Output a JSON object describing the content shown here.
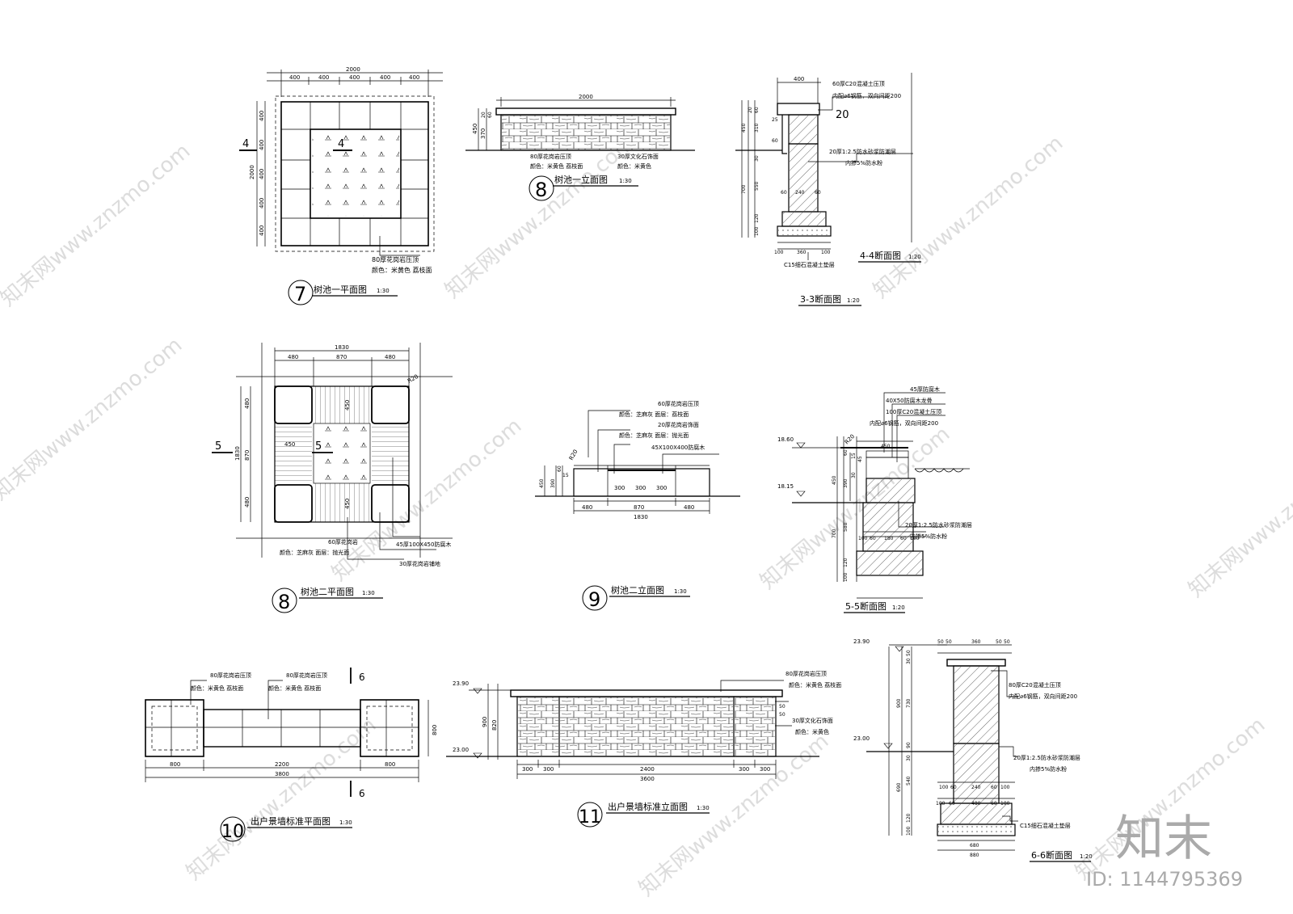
{
  "watermark": {
    "site": "知末网www.znzmo.com",
    "brand": "知末",
    "id": "ID: 1144795369"
  },
  "views": {
    "v7": {
      "title": "树池一平面图",
      "scale": "1:30",
      "no": "7",
      "dims_top": [
        "400",
        "400",
        "400",
        "400",
        "400"
      ],
      "dim_total": "2000",
      "dims_side": [
        "400",
        "400",
        "400",
        "400",
        "400"
      ],
      "dim_side_total": "2000",
      "section": "4",
      "note1": "80厚花岗岩压顶",
      "note2": "颜色：米黄色  荔枝面"
    },
    "v8a": {
      "title": "树池一立面图",
      "scale": "1:30",
      "no": "8",
      "dim_total": "2000",
      "h1": "450",
      "h2": "370",
      "h3": "20",
      "h4": "60",
      "note_l1": "80厚花岗岩压顶",
      "note_l2": "颜色：米黄色  荔枝面",
      "note_r1": "30厚文化石饰面",
      "note_r2": "颜色：米黄色"
    },
    "s33": {
      "title": "3-3断面图",
      "scale": "1:20",
      "title2": "4-4断面图",
      "scale2": "1:20",
      "top": "400",
      "n1": "60厚C20混凝土压顶",
      "n2": "内配⌀6钢筋，双向间距200",
      "n3": "20厚1:2.5防水砂浆防潮层",
      "n4": "内掺5%防水粉",
      "n5": "C15细石混凝土垫层",
      "d": [
        "20",
        "60",
        "310",
        "25",
        "60",
        "30",
        "450",
        "550",
        "700",
        "60",
        "240",
        "60",
        "120",
        "100",
        "100",
        "360",
        "100"
      ],
      "mark": "20"
    },
    "v8b": {
      "title": "树池二平面图",
      "scale": "1:30",
      "no": "8",
      "dim_total": "1830",
      "dims_top": [
        "480",
        "870",
        "480"
      ],
      "dims_side": [
        "480",
        "870",
        "480"
      ],
      "dim_side_total": "1830",
      "inner": "450",
      "inner2": "450",
      "inner3": "450",
      "radius": "R20",
      "section": "5",
      "n1": "60厚花岗岩",
      "n2": "颜色：芝麻灰    面层：抛光面",
      "n3": "45厚100X450防腐木",
      "n4": "30厚花岗岩铺地"
    },
    "v9": {
      "title": "树池二立面图",
      "scale": "1:30",
      "no": "9",
      "n1": "60厚花岗岩压顶",
      "n2": "颜色：芝麻灰          面层：荔枝面",
      "n3": "20厚花岗岩饰面",
      "n4": "颜色：芝麻灰          面层：抛光面",
      "n5": "45X100X400防腐木",
      "radius": "R20",
      "h1": "450",
      "h2": "390",
      "h3": "60",
      "h4": "15",
      "dims": [
        "480",
        "870",
        "480"
      ],
      "dim_total": "1830",
      "inner": [
        "300",
        "300",
        "300"
      ]
    },
    "s55": {
      "title": "5-5断面图",
      "scale": "1:20",
      "n1": "45厚防腐木",
      "n2": "40X50防腐木龙骨",
      "n3": "100厚C20混凝土压顶",
      "n4": "内配⌀6钢筋，双向间距200",
      "n5": "20厚1:2.5防水砂浆防潮层",
      "n6": "内掺5%防水粉",
      "lv1": "18.60",
      "lv2": "18.15",
      "radius": "R20",
      "d": [
        "60",
        "15",
        "450",
        "390",
        "30",
        "45",
        "450",
        "580",
        "700",
        "100",
        "60",
        "180",
        "60",
        "100",
        "120",
        "100"
      ],
      "top": "450"
    },
    "v10": {
      "title": "出户景墙标准平面图",
      "scale": "1:30",
      "no": "10",
      "n1": "80厚花岗岩压顶",
      "n2": "颜色：米黄色  荔枝面",
      "n3": "80厚花岗岩压顶",
      "n4": "颜色：米黄色  荔枝面",
      "dims": [
        "800",
        "2200",
        "800"
      ],
      "dim_total": "3800",
      "side": "800",
      "section": "6"
    },
    "v11": {
      "title": "出户景墙标准立面图",
      "scale": "1:30",
      "no": "11",
      "n1": "80厚花岗岩压顶",
      "n2": "颜色：米黄色  荔枝面",
      "n3": "30厚文化石饰面",
      "n4": "颜色：米黄色",
      "lv1": "23.90",
      "lv2": "23.00",
      "h1": "900",
      "h2": "820",
      "dims": [
        "300",
        "300",
        "2400",
        "300",
        "300"
      ],
      "dim_total": "3600",
      "side": [
        "50",
        "50"
      ]
    },
    "s66": {
      "title": "6-6断面图",
      "scale": "1:20",
      "n1": "80厚C20混凝土压顶",
      "n2": "内配⌀6钢筋，双向间距200",
      "n3": "20厚1:2.5防水砂浆防潮层",
      "n4": "内掺5%防水粉",
      "n5": "C15细石混凝土垫层",
      "lv1": "23.90",
      "lv2": "23.00",
      "top": [
        "50",
        "50",
        "360",
        "50",
        "50"
      ],
      "d": [
        "50",
        "30",
        "730",
        "900",
        "90",
        "30",
        "540",
        "690",
        "100",
        "60",
        "240",
        "60",
        "100",
        "100",
        "60",
        "480",
        "60",
        "100",
        "120",
        "100",
        "680",
        "880"
      ]
    }
  }
}
